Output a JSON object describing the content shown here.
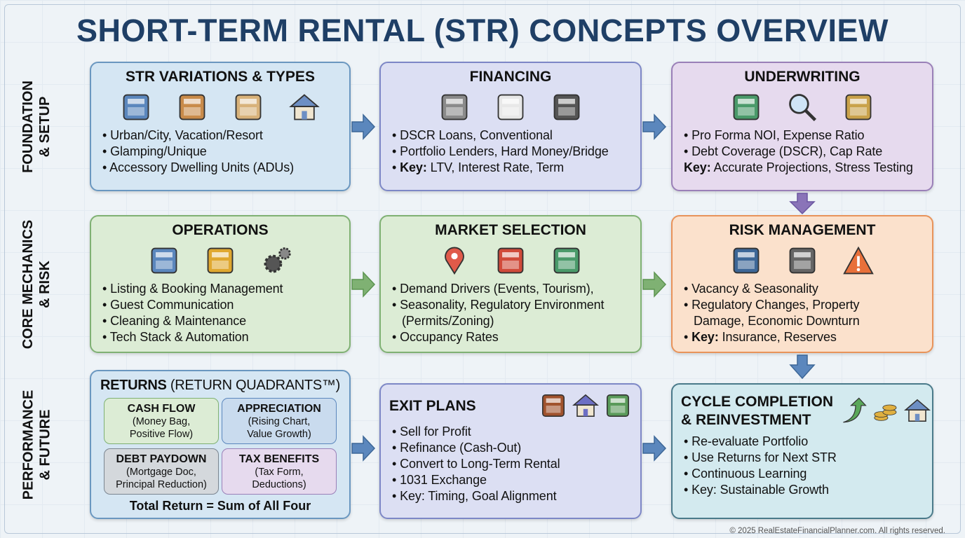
{
  "title": "SHORT-TERM RENTAL (STR) CONCEPTS OVERVIEW",
  "rows": [
    "FOUNDATION\n& SETUP",
    "CORE MECHANICS\n& RISK",
    "PERFORMANCE\n& FUTURE"
  ],
  "colors": {
    "title": "#1f3f66",
    "blue_arrow": "#5b87bd",
    "green_arrow": "#7fb173",
    "purple_arrow": "#8a74b8"
  },
  "cards": {
    "variations": {
      "title": "STR VARIATIONS & TYPES",
      "icons": [
        "city-buildings-icon",
        "beach-hut-icon",
        "glamping-dome-icon",
        "house-icon"
      ],
      "items": [
        {
          "text": "Urban/City, Vacation/Resort"
        },
        {
          "text": "Glamping/Unique"
        },
        {
          "text": "Accessory Dwelling Units (ADUs)"
        }
      ]
    },
    "financing": {
      "title": "FINANCING",
      "icons": [
        "bank-icon",
        "percent-document-icon",
        "calculator-icon"
      ],
      "items": [
        {
          "text": "DSCR Loans, Conventional"
        },
        {
          "text": "Portfolio Lenders, Hard Money/Bridge"
        },
        {
          "key": "Key:",
          "text": " LTV, Interest Rate, Term"
        }
      ]
    },
    "underwriting": {
      "title": "UNDERWRITING",
      "icons": [
        "spreadsheet-icon",
        "magnifier-icon",
        "scales-icon"
      ],
      "items": [
        {
          "text": "Pro Forma NOI, Expense Ratio"
        },
        {
          "text": "Debt Coverage (DSCR), Cap Rate"
        },
        {
          "key": "Key:",
          "text": " Accurate Projections, Stress Testing",
          "nobullet": true
        }
      ]
    },
    "operations": {
      "title": "OPERATIONS",
      "icons": [
        "phone-booking-icon",
        "broom-icon",
        "gears-icon"
      ],
      "items": [
        {
          "text": "Listing & Booking Management"
        },
        {
          "text": "Guest Communication"
        },
        {
          "text": "Cleaning & Maintenance"
        },
        {
          "text": "Tech Stack & Automation"
        }
      ]
    },
    "market": {
      "title": "MARKET SELECTION",
      "icons": [
        "map-pin-icon",
        "calendar-icon",
        "bar-chart-icon"
      ],
      "items": [
        {
          "text": "Demand Drivers (Events, Tourism),"
        },
        {
          "text": "Seasonality, Regulatory Environment"
        },
        {
          "text": "(Permits/Zoning)",
          "nobullet": true
        },
        {
          "text": "Occupancy Rates"
        }
      ]
    },
    "risk": {
      "title": "RISK MANAGEMENT",
      "icons": [
        "shield-storm-icon",
        "padlock-icon",
        "warning-icon"
      ],
      "items": [
        {
          "text": "Vacancy & Seasonality"
        },
        {
          "text": "Regulatory Changes, Property"
        },
        {
          "text": "Damage, Economic Downturn",
          "nobullet": true
        },
        {
          "key": "Key:",
          "text": " Insurance, Reserves"
        }
      ]
    },
    "exit": {
      "title": "EXIT PLANS",
      "icons": [
        "door-exit-icon",
        "house-swap-icon",
        "cash-icon"
      ],
      "items": [
        {
          "text": "Sell for Profit"
        },
        {
          "text": "Refinance (Cash-Out)"
        },
        {
          "text": "Convert to Long-Term Rental"
        },
        {
          "text": "1031 Exchange"
        },
        {
          "text": "Key: Timing, Goal Alignment"
        }
      ]
    },
    "cycle": {
      "title": "CYCLE COMPLETION\n& REINVESTMENT",
      "icons": [
        "up-arrow-icon",
        "coins-icon",
        "house-icon"
      ],
      "items": [
        {
          "text": "Re-evaluate Portfolio"
        },
        {
          "text": "Use Returns for Next STR"
        },
        {
          "text": "Continuous Learning"
        },
        {
          "text": "Key: Sustainable Growth"
        }
      ]
    }
  },
  "returns": {
    "title_bold": "RETURNS",
    "title_rest": " (RETURN QUADRANTS™)",
    "quadrants": [
      {
        "title": "CASH FLOW",
        "l1": "(Money Bag,",
        "l2": "Positive Flow)"
      },
      {
        "title": "APPRECIATION",
        "l1": "(Rising Chart,",
        "l2": "Value Growth)"
      },
      {
        "title": "DEBT PAYDOWN",
        "l1": "(Mortgage Doc,",
        "l2": "Principal Reduction)"
      },
      {
        "title": "TAX BENEFITS",
        "l1": "(Tax Form,",
        "l2": "Deductions)"
      }
    ],
    "total": "Total Return = Sum of All Four"
  },
  "footer": "© 2025 RealEstateFinancialPlanner.com. All rights reserved."
}
